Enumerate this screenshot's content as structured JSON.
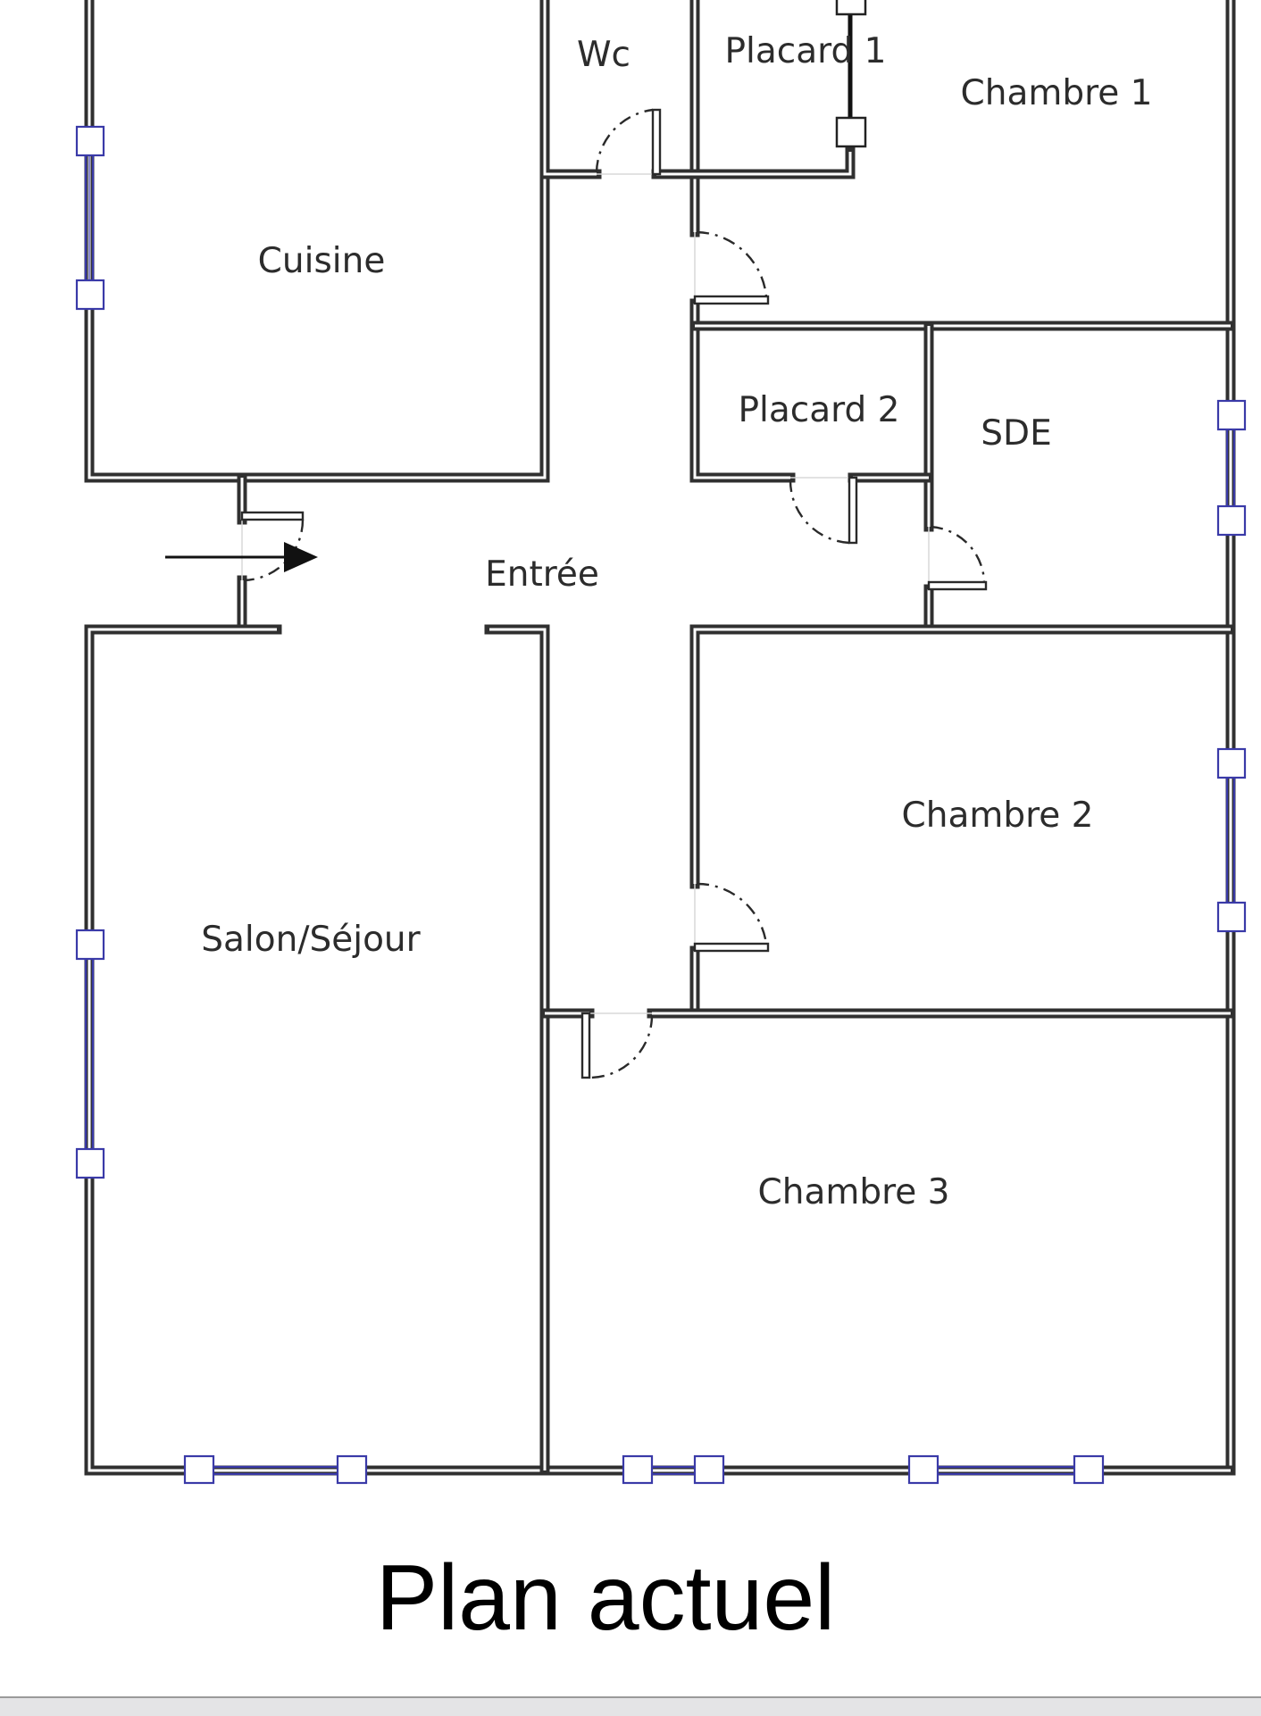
{
  "title": "Plan actuel",
  "rooms": {
    "wc": "Wc",
    "placard1": "Placard 1",
    "chambre1": "Chambre 1",
    "cuisine": "Cuisine",
    "placard2": "Placard 2",
    "sde": "SDE",
    "entree": "Entrée",
    "chambre2": "Chambre 2",
    "salon": "Salon/Séjour",
    "chambre3": "Chambre 3"
  },
  "colors": {
    "wall": "#303030",
    "window": "#3a3aa8",
    "background": "#ffffff"
  }
}
